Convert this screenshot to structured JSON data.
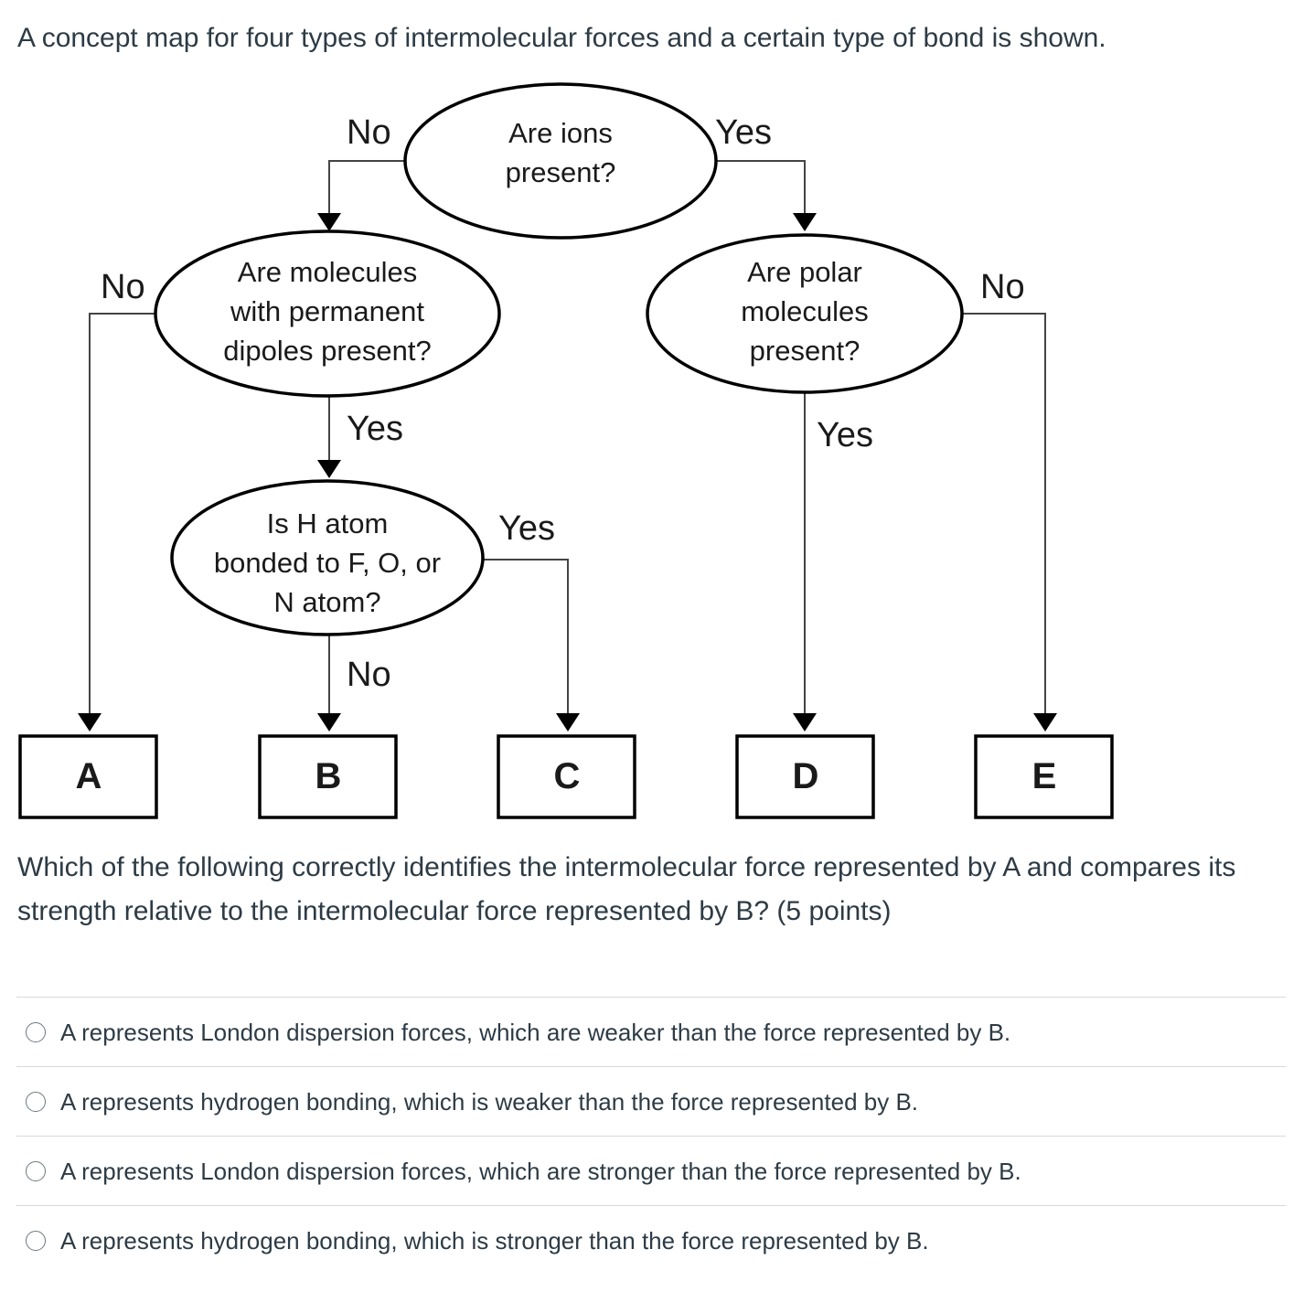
{
  "intro": "A concept map for four types of intermolecular forces and a certain type of bond is shown.",
  "diagram": {
    "nodes": {
      "ions": [
        "Are ions",
        "present?"
      ],
      "dipoles": [
        "Are molecules",
        "with permanent",
        "dipoles present?"
      ],
      "polar": [
        "Are polar",
        "molecules",
        "present?"
      ],
      "hbond": [
        "Is H atom",
        "bonded to F, O, or",
        "N atom?"
      ]
    },
    "edges": {
      "ions_no": "No",
      "ions_yes": "Yes",
      "dipoles_no": "No",
      "dipoles_yes": "Yes",
      "polar_no": "No",
      "polar_yes": "Yes",
      "hbond_yes": "Yes",
      "hbond_no": "No"
    },
    "boxes": {
      "a": "A",
      "b": "B",
      "c": "C",
      "d": "D",
      "e": "E"
    }
  },
  "question": "Which of the following correctly identifies the intermolecular force represented by A and compares its strength relative to the intermolecular force represented by B? (5 points)",
  "options": [
    "A represents London dispersion forces, which are weaker than the force represented by B.",
    "A represents hydrogen bonding, which is weaker than the force represented by B.",
    "A represents London dispersion forces, which are stronger than the force represented by B.",
    "A represents hydrogen bonding, which is stronger than the force represented by B."
  ]
}
